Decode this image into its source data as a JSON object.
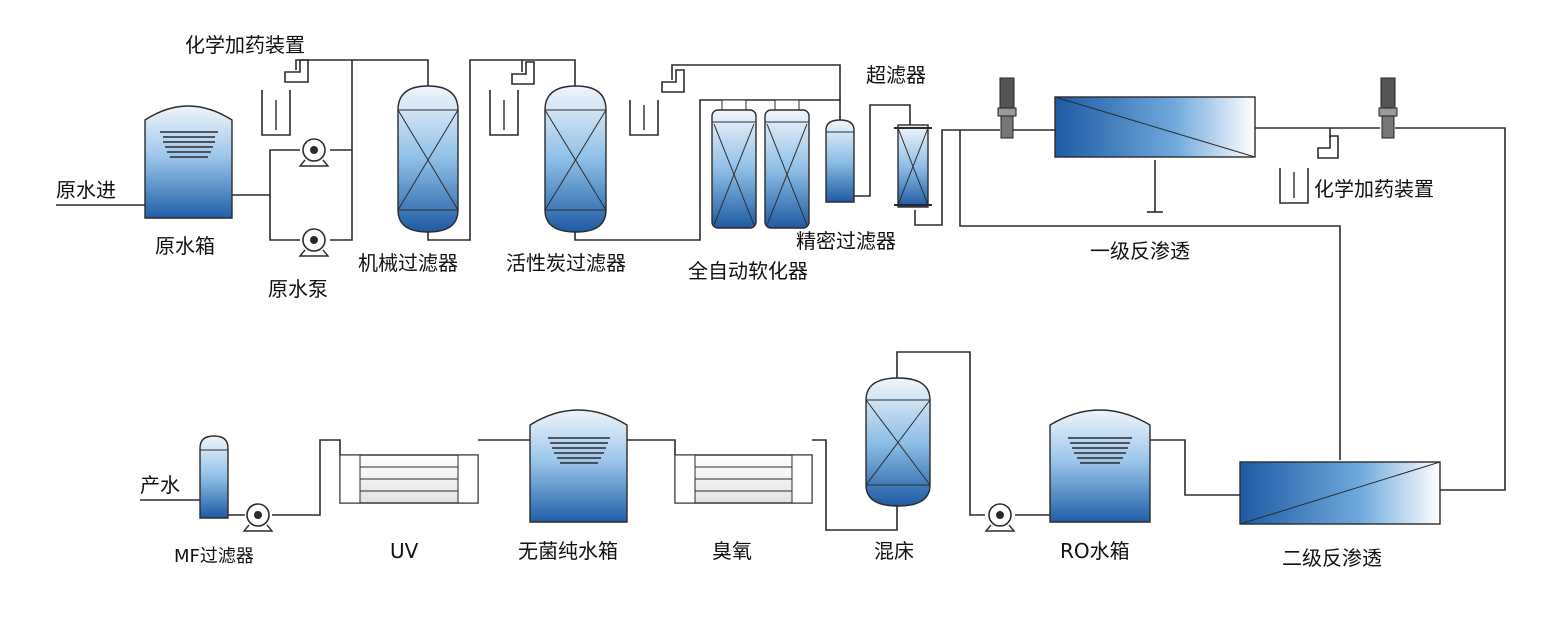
{
  "labels": {
    "raw_water_in": "原水进",
    "raw_water_tank": "原水箱",
    "raw_water_pump": "原水泵",
    "chemical_dosing_1": "化学加药装置",
    "mechanical_filter": "机械过滤器",
    "carbon_filter": "活性炭过滤器",
    "softener": "全自动软化器",
    "precision_filter": "精密过滤器",
    "ultrafilter": "超滤器",
    "first_ro": "一级反渗透",
    "chemical_dosing_2": "化学加药装置",
    "second_ro": "二级反渗透",
    "ro_tank": "RO水箱",
    "mixed_bed": "混床",
    "ozone": "臭氧",
    "sterile_tank": "无菌纯水箱",
    "uv": "UV",
    "mf_filter": "MF过滤器",
    "product_water": "产水"
  },
  "colors": {
    "water_light": "#dbe9f6",
    "water_mid": "#5fa0d6",
    "water_dark": "#1f5fa8",
    "line": "#2b2b2b"
  }
}
